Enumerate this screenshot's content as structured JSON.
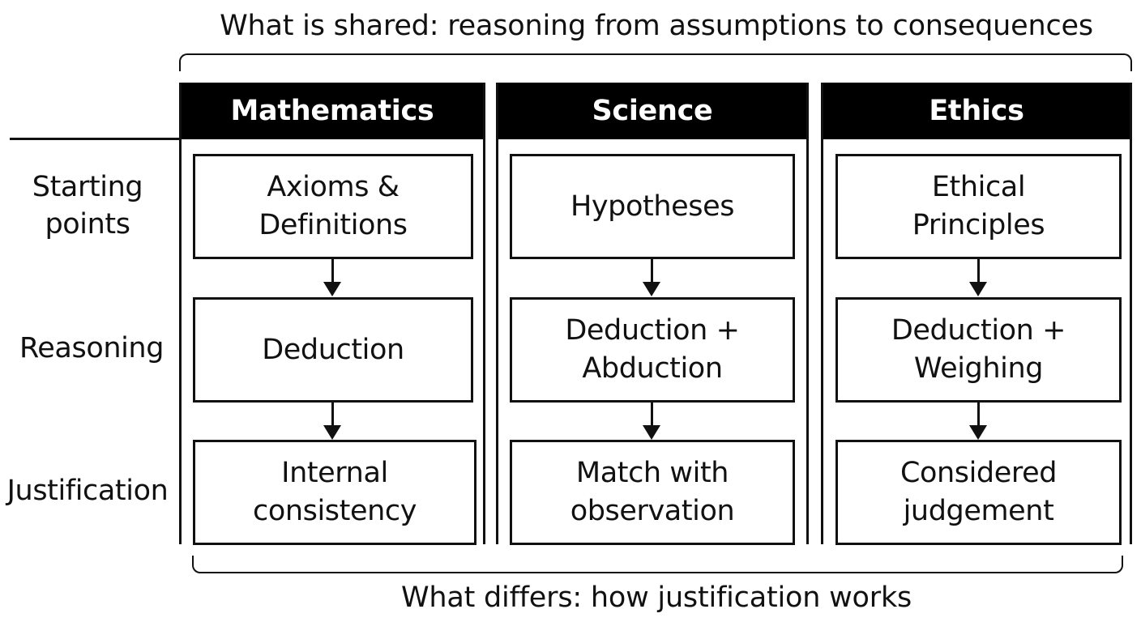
{
  "shared_caption": "What is shared: reasoning from assumptions to consequences",
  "differs_caption": "What differs: how justification works",
  "row_labels": [
    "Starting\npoints",
    "Reasoning",
    "Justification"
  ],
  "columns": [
    {
      "title": "Mathematics",
      "nodes": [
        "Axioms &\nDefinitions",
        "Deduction",
        "Internal\nconsistency"
      ]
    },
    {
      "title": "Science",
      "nodes": [
        "Hypotheses",
        "Deduction +\nAbduction",
        "Match with\nobservation"
      ]
    },
    {
      "title": "Ethics",
      "nodes": [
        "Ethical\nPrinciples",
        "Deduction +\nWeighing",
        "Considered\njudgement"
      ]
    }
  ]
}
